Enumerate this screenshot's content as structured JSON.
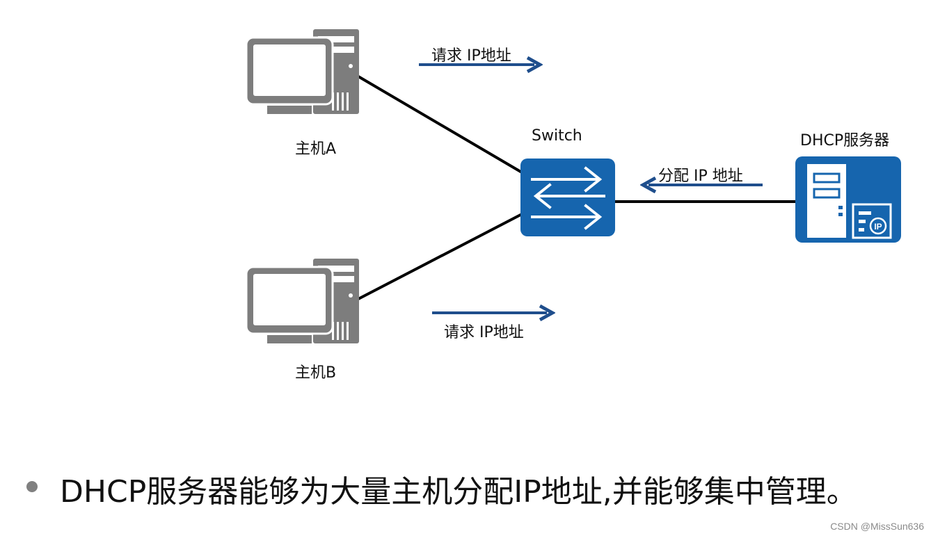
{
  "nodes": {
    "host_a": {
      "label": "主机A"
    },
    "host_b": {
      "label": "主机B"
    },
    "switch": {
      "label": "Switch"
    },
    "dhcp_server": {
      "label": "DHCP服务器",
      "badge": "IP"
    }
  },
  "arrows": {
    "request_a": {
      "label": "请求 IP地址",
      "direction": "right"
    },
    "request_b": {
      "label": "请求 IP地址",
      "direction": "right"
    },
    "assign": {
      "label": "分配 IP 地址",
      "direction": "left"
    }
  },
  "bullet": {
    "text": "DHCP服务器能够为大量主机分配IP地址,并能够集中管理。"
  },
  "watermark": "CSDN @MissSun636",
  "colors": {
    "device_blue": "#1665ae",
    "arrow_blue": "#1f4e8c",
    "pc_gray": "#7d7d7d",
    "link_black": "#000000"
  },
  "icons": {
    "host_a": "desktop-computer-icon",
    "host_b": "desktop-computer-icon",
    "switch": "switch-icon",
    "dhcp_server": "server-ip-icon"
  }
}
